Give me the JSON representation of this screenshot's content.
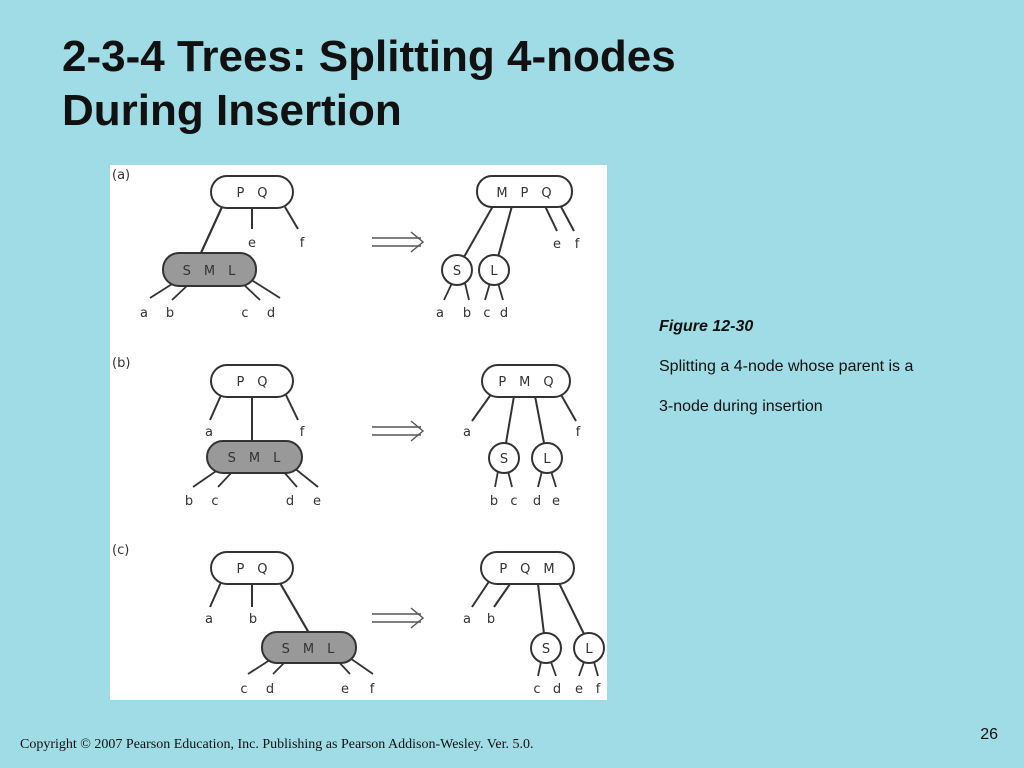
{
  "slide": {
    "title_line1": "2-3-4 Trees: Splitting 4-nodes",
    "title_line2": "During Insertion",
    "page_number": "26",
    "copyright": "Copyright © 2007 Pearson Education, Inc. Publishing as Pearson Addison-Wesley. Ver. 5.0."
  },
  "caption": {
    "figure_label": "Figure 12-30",
    "text": "Splitting a 4-node whose parent is a 3-node during insertion"
  },
  "colors": {
    "background": "#a0dce6",
    "shaded_node": "#999999",
    "node_stroke": "#333333"
  },
  "panels": [
    {
      "label": "(a)",
      "before": {
        "parent": "P Q",
        "node": "S M L",
        "subtrees": [
          "e",
          "f",
          "a",
          "b",
          "c",
          "d"
        ]
      },
      "after": {
        "parent": "M P Q",
        "children": [
          "S",
          "L"
        ],
        "subtrees": [
          "e",
          "f",
          "a",
          "b",
          "c",
          "d"
        ]
      }
    },
    {
      "label": "(b)",
      "before": {
        "parent": "P Q",
        "node": "S M L",
        "subtrees": [
          "a",
          "f",
          "b",
          "c",
          "d",
          "e"
        ]
      },
      "after": {
        "parent": "P M Q",
        "children": [
          "S",
          "L"
        ],
        "subtrees": [
          "a",
          "f",
          "b",
          "c",
          "d",
          "e"
        ]
      }
    },
    {
      "label": "(c)",
      "before": {
        "parent": "P Q",
        "node": "S M L",
        "subtrees": [
          "a",
          "b",
          "c",
          "d",
          "e",
          "f"
        ]
      },
      "after": {
        "parent": "P Q M",
        "children": [
          "S",
          "L"
        ],
        "subtrees": [
          "a",
          "b",
          "c",
          "d",
          "e",
          "f"
        ]
      }
    }
  ]
}
